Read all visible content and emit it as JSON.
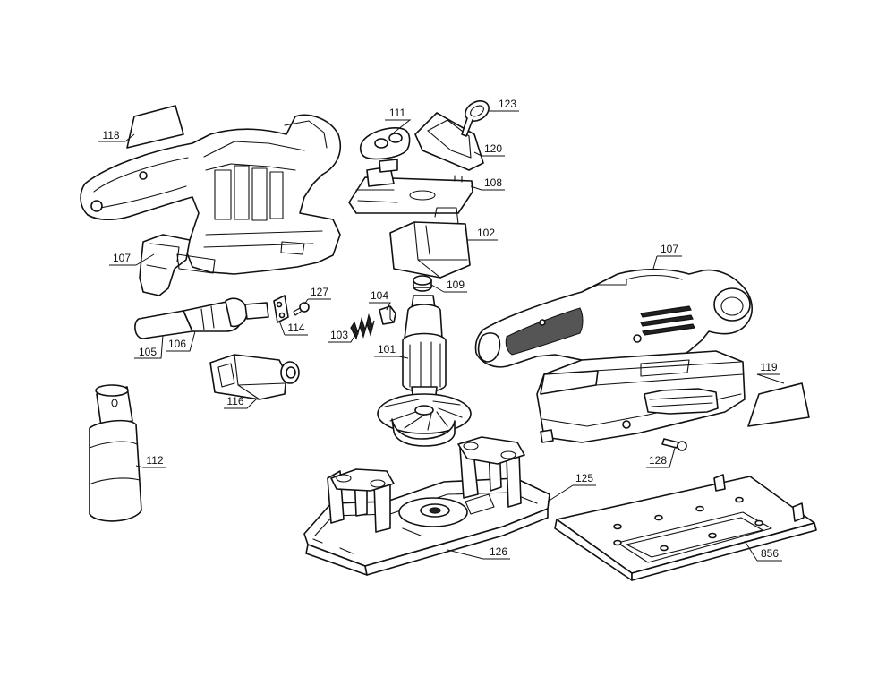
{
  "diagram": {
    "callouts": [
      {
        "id": "c118a",
        "label": "118"
      },
      {
        "id": "c107a",
        "label": "107"
      },
      {
        "id": "c105",
        "label": "105"
      },
      {
        "id": "c106",
        "label": "106"
      },
      {
        "id": "c114",
        "label": "114"
      },
      {
        "id": "c127",
        "label": "127"
      },
      {
        "id": "c116",
        "label": "116"
      },
      {
        "id": "c112",
        "label": "112"
      },
      {
        "id": "c111",
        "label": "111"
      },
      {
        "id": "c123",
        "label": "123"
      },
      {
        "id": "c120",
        "label": "120"
      },
      {
        "id": "c108",
        "label": "108"
      },
      {
        "id": "c102",
        "label": "102"
      },
      {
        "id": "c109",
        "label": "109"
      },
      {
        "id": "c104",
        "label": "104"
      },
      {
        "id": "c103",
        "label": "103"
      },
      {
        "id": "c101",
        "label": "101"
      },
      {
        "id": "c107b",
        "label": "107"
      },
      {
        "id": "c119",
        "label": "119"
      },
      {
        "id": "c128",
        "label": "128"
      },
      {
        "id": "c125",
        "label": "125"
      },
      {
        "id": "c126",
        "label": "126"
      },
      {
        "id": "c856",
        "label": "856"
      }
    ]
  }
}
